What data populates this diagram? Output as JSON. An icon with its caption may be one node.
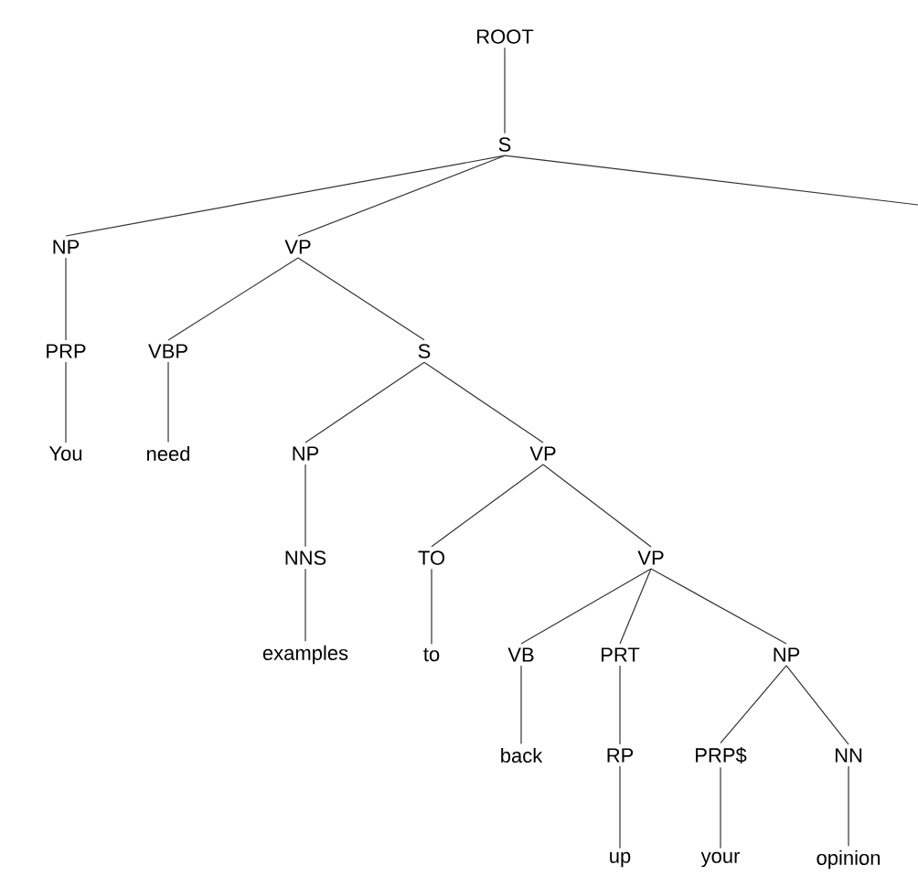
{
  "diagram": {
    "nodes": [
      {
        "text": [
          "ROOT"
        ]
      },
      {
        "text": [
          "S"
        ]
      },
      {
        "text": [
          "NP"
        ]
      },
      {
        "text": [
          "VP"
        ]
      },
      {
        "text": [
          "PRP"
        ]
      },
      {
        "text": [
          "VBP"
        ]
      },
      {
        "text": [
          "You"
        ]
      },
      {
        "text": [
          "need"
        ]
      },
      {
        "text": [
          "S"
        ]
      },
      {
        "text": [
          "NP"
        ]
      },
      {
        "text": [
          "VP"
        ]
      },
      {
        "text": [
          "NNS"
        ]
      },
      {
        "text": [
          "examples"
        ]
      },
      {
        "text": [
          "TO"
        ]
      },
      {
        "text": [
          "to"
        ]
      },
      {
        "text": [
          "VP"
        ]
      },
      {
        "text": [
          "VB"
        ]
      },
      {
        "text": [
          "PRT"
        ]
      },
      {
        "text": [
          "NP"
        ]
      },
      {
        "text": [
          "back"
        ]
      },
      {
        "text": [
          "RP"
        ]
      },
      {
        "text": [
          "PRP$"
        ]
      },
      {
        "text": [
          "NN"
        ]
      },
      {
        "text": [
          "up"
        ]
      },
      {
        "text": [
          "your"
        ]
      },
      {
        "text": [
          "opinion"
        ]
      }
    ],
    "edges": [
      {
        "from": 0,
        "to": 1,
        "arrow": "none"
      },
      {
        "from": 1,
        "to": 2,
        "arrow": "none"
      },
      {
        "from": 1,
        "to": 3,
        "arrow": "none"
      },
      {
        "from": 1,
        "to": null,
        "arrow": "none"
      },
      {
        "from": 2,
        "to": 4,
        "arrow": "none"
      },
      {
        "from": 4,
        "to": 6,
        "arrow": "none"
      },
      {
        "from": 3,
        "to": 5,
        "arrow": "none"
      },
      {
        "from": 3,
        "to": 8,
        "arrow": "none"
      },
      {
        "from": 5,
        "to": 7,
        "arrow": "none"
      },
      {
        "from": 8,
        "to": 9,
        "arrow": "none"
      },
      {
        "from": 8,
        "to": 10,
        "arrow": "none"
      },
      {
        "from": 9,
        "to": 11,
        "arrow": "none"
      },
      {
        "from": 11,
        "to": 12,
        "arrow": "none"
      },
      {
        "from": 10,
        "to": 13,
        "arrow": "none"
      },
      {
        "from": 10,
        "to": 15,
        "arrow": "none"
      },
      {
        "from": 13,
        "to": 14,
        "arrow": "none"
      },
      {
        "from": 15,
        "to": 16,
        "arrow": "none"
      },
      {
        "from": 15,
        "to": 17,
        "arrow": "none"
      },
      {
        "from": 15,
        "to": 18,
        "arrow": "none"
      },
      {
        "from": 16,
        "to": 19,
        "arrow": "none"
      },
      {
        "from": 17,
        "to": 20,
        "arrow": "none"
      },
      {
        "from": 20,
        "to": 23,
        "arrow": "none"
      },
      {
        "from": 18,
        "to": 21,
        "arrow": "none"
      },
      {
        "from": 18,
        "to": 22,
        "arrow": "none"
      },
      {
        "from": 21,
        "to": 24,
        "arrow": "none"
      },
      {
        "from": 22,
        "to": 25,
        "arrow": "none"
      }
    ]
  }
}
